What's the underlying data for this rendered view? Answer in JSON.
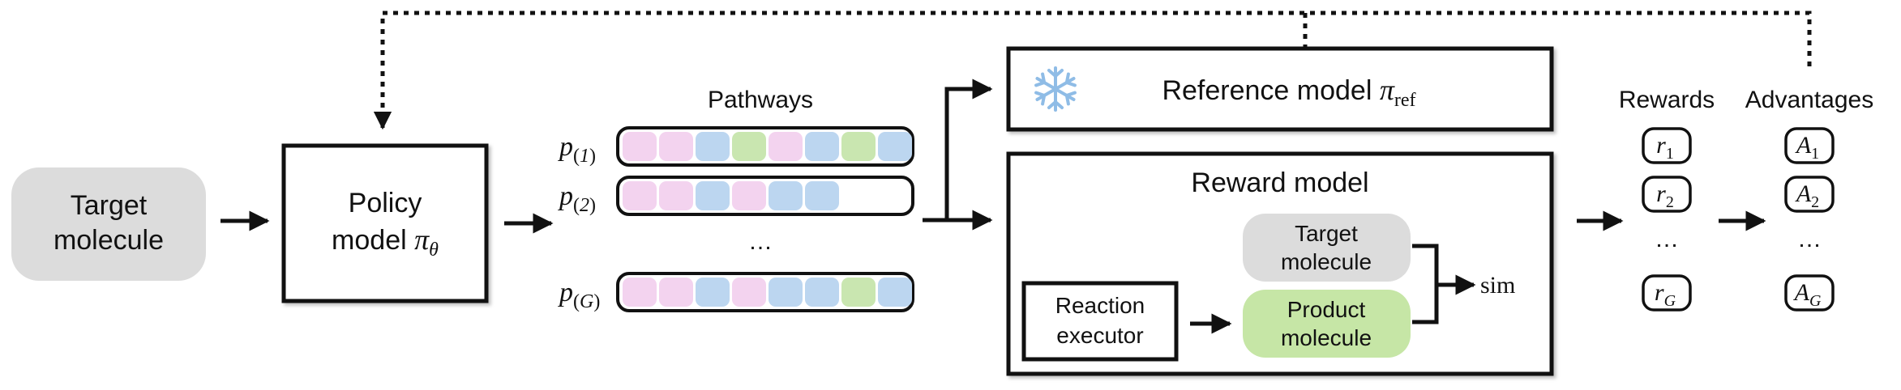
{
  "nodes": {
    "target_molecule": {
      "line1": "Target",
      "line2": "molecule"
    },
    "policy_model": {
      "line1": "Policy",
      "line2_text": "model ",
      "pi": "π",
      "sub": "θ"
    },
    "pathways": {
      "title": "Pathways",
      "ellipsis": "…",
      "labels": [
        {
          "p": "p",
          "sub": "(1)"
        },
        {
          "p": "p",
          "sub": "(2)"
        },
        {
          "p": "p",
          "sub": "(G)"
        }
      ],
      "rows": [
        [
          "pink",
          "pink",
          "blue",
          "green",
          "pink",
          "blue",
          "green",
          "blue"
        ],
        [
          "pink",
          "pink",
          "blue",
          "pink",
          "blue",
          "blue"
        ],
        [
          "pink",
          "pink",
          "blue",
          "pink",
          "blue",
          "blue",
          "green",
          "blue"
        ]
      ]
    },
    "reference_model": {
      "text": "Reference model ",
      "pi": "π",
      "sub": "ref"
    },
    "reward_model": {
      "title": "Reward model",
      "target": {
        "line1": "Target",
        "line2": "molecule"
      },
      "executor": {
        "line1": "Reaction",
        "line2": "executor"
      },
      "product": {
        "line1": "Product",
        "line2": "molecule"
      },
      "sim": "sim"
    },
    "rewards": {
      "title": "Rewards",
      "ellipsis": "…",
      "items": [
        {
          "sym": "r",
          "sub": "1"
        },
        {
          "sym": "r",
          "sub": "2"
        },
        {
          "sym": "r",
          "sub": "G"
        }
      ]
    },
    "advantages": {
      "title": "Advantages",
      "ellipsis": "…",
      "items": [
        {
          "sym": "A",
          "sub": "1"
        },
        {
          "sym": "A",
          "sub": "2"
        },
        {
          "sym": "A",
          "sub": "G"
        }
      ]
    }
  },
  "colors": {
    "pink": "#f3d3ef",
    "blue": "#bcd6f0",
    "green": "#c9e6b0",
    "gray_fill": "#dcdcdc",
    "product_fill": "#c6e6a6",
    "snowflake": "#8fbce6",
    "stroke": "#111111"
  },
  "icons": {
    "reference_frozen": "snowflake-icon"
  }
}
